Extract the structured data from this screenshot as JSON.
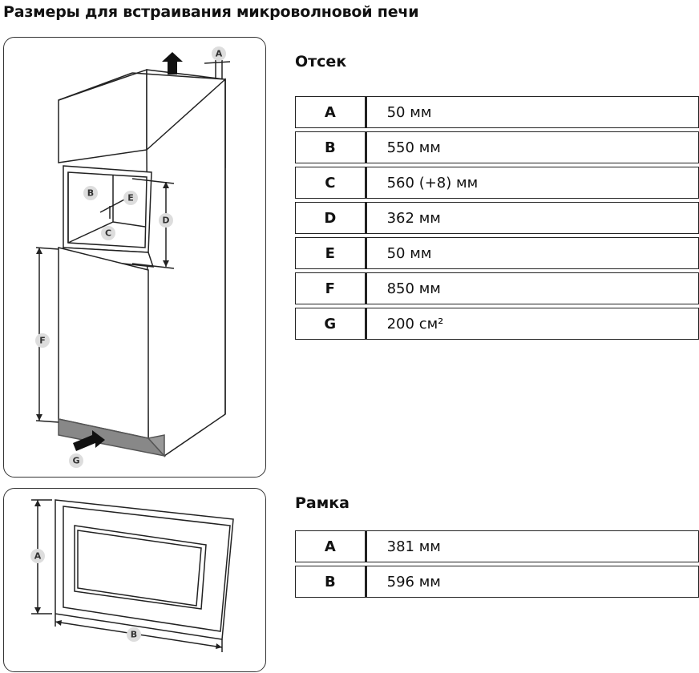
{
  "title": "Размеры для встраивания микроволновой печи",
  "compartment": {
    "heading": "Отсек",
    "rows": [
      {
        "key": "A",
        "value": "50 мм"
      },
      {
        "key": "B",
        "value": "550 мм"
      },
      {
        "key": "C",
        "value": "560 (+8) мм"
      },
      {
        "key": "D",
        "value": "362 мм"
      },
      {
        "key": "E",
        "value": "50 мм"
      },
      {
        "key": "F",
        "value": "850 мм"
      },
      {
        "key": "G",
        "value": "200 см²"
      }
    ],
    "diagram_labels": {
      "a": "A",
      "b": "B",
      "c": "C",
      "d": "D",
      "e": "E",
      "f": "F",
      "g": "G"
    }
  },
  "frame": {
    "heading": "Рамка",
    "rows": [
      {
        "key": "A",
        "value": "381 мм"
      },
      {
        "key": "B",
        "value": "596 мм"
      }
    ],
    "diagram_labels": {
      "a": "A",
      "b": "B"
    }
  }
}
